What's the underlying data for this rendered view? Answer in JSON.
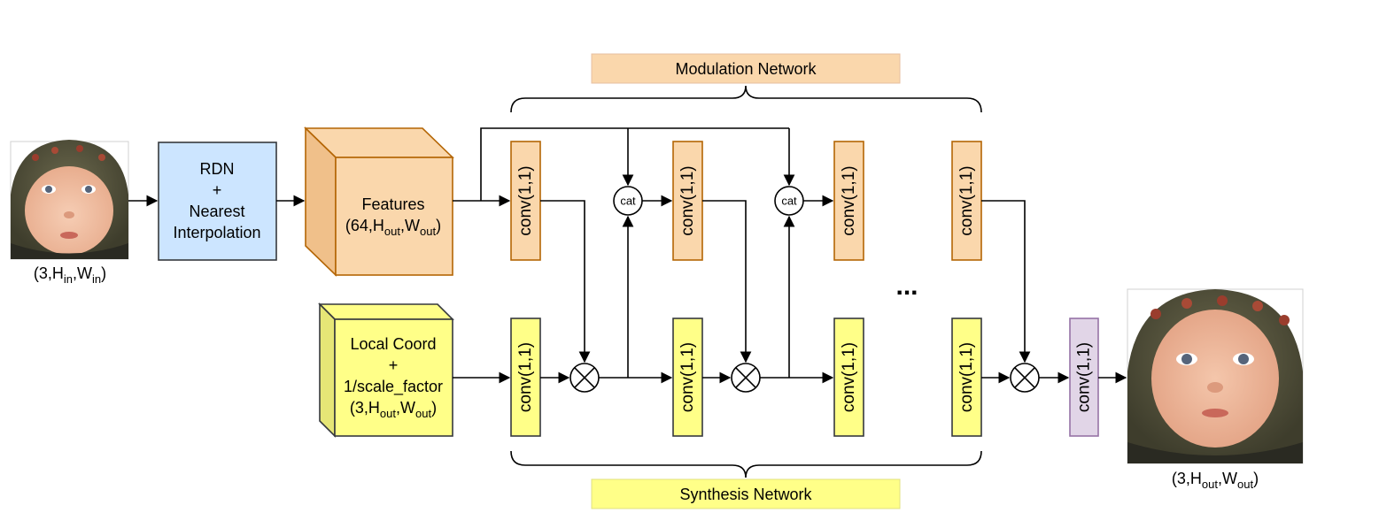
{
  "input_image": {
    "label_main": "(3,H",
    "label_sub1": "in",
    "label_mid": ",W",
    "label_sub2": "in",
    "label_end": ")"
  },
  "encoder": {
    "line1": "RDN",
    "line2": "+",
    "line3": "Nearest",
    "line4": "Interpolation"
  },
  "features": {
    "line1": "Features",
    "dims_main": "(64,H",
    "dims_sub1": "out",
    "dims_mid": ",W",
    "dims_sub2": "out",
    "dims_end": ")"
  },
  "local_coord": {
    "line1": "Local Coord",
    "line2": "+",
    "line3": "1/scale_factor",
    "dims_main": "(3,H",
    "dims_sub1": "out",
    "dims_mid": ",W",
    "dims_sub2": "out",
    "dims_end": ")"
  },
  "modulation_network": {
    "label": "Modulation Network"
  },
  "synthesis_network": {
    "label": "Synthesis Network"
  },
  "conv_label": "conv(1,1)",
  "cat_label": "cat",
  "ellipsis": "...",
  "output_image": {
    "label_main": "(3,H",
    "label_sub1": "out",
    "label_mid": ",W",
    "label_sub2": "out",
    "label_end": ")"
  },
  "colors": {
    "features_fill": "#fad7ac",
    "features_stroke": "#b46504",
    "coord_fill": "#ffff88",
    "coord_stroke": "#36393d",
    "encoder_fill": "#cce5ff",
    "encoder_stroke": "#36393d",
    "mod_conv_fill": "#fad7ac",
    "mod_conv_stroke": "#b46504",
    "syn_conv_fill": "#ffff88",
    "syn_conv_stroke": "#36393d",
    "final_conv_fill": "#e1d5e7",
    "final_conv_stroke": "#9673a6",
    "mod_label_fill": "#fad7ac",
    "syn_label_fill": "#ffff88"
  },
  "icons": [
    "baby-photo-input",
    "baby-photo-output",
    "multiply-icon",
    "concat-icon"
  ]
}
